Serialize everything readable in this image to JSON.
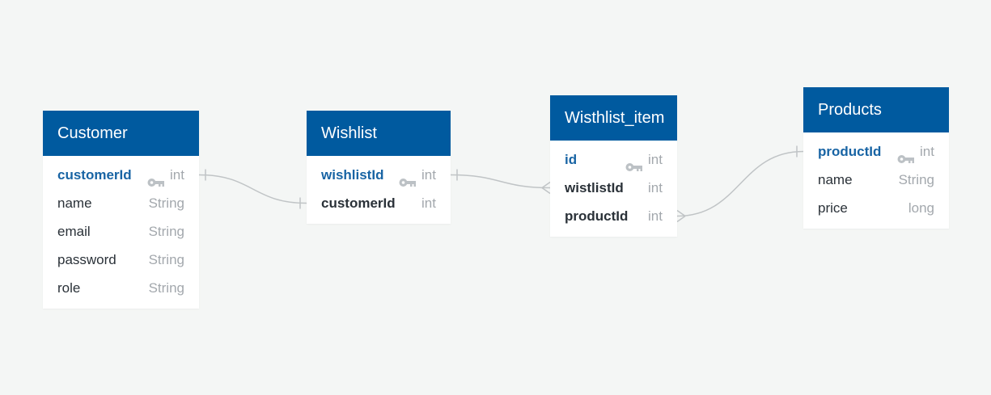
{
  "colors": {
    "header_bg": "#005a9f",
    "background": "#f4f6f5",
    "primary_key_text": "#1864a4",
    "type_text": "#a3a8ad",
    "connector": "#c0c4c6"
  },
  "tables": [
    {
      "id": "customer",
      "title": "Customer",
      "fields": [
        {
          "name": "customerId",
          "type": "int",
          "primary_key": true,
          "bold": true,
          "key_icon": "key-icon"
        },
        {
          "name": "name",
          "type": "String",
          "primary_key": false,
          "bold": false
        },
        {
          "name": "email",
          "type": "String",
          "primary_key": false,
          "bold": false
        },
        {
          "name": "password",
          "type": "String",
          "primary_key": false,
          "bold": false
        },
        {
          "name": "role",
          "type": "String",
          "primary_key": false,
          "bold": false
        }
      ]
    },
    {
      "id": "wishlist",
      "title": "Wishlist",
      "fields": [
        {
          "name": "wishlistId",
          "type": "int",
          "primary_key": true,
          "bold": true,
          "key_icon": "key-icon"
        },
        {
          "name": "customerId",
          "type": "int",
          "primary_key": false,
          "bold": true
        }
      ]
    },
    {
      "id": "wishlist-item",
      "title": "Wisthlist_item",
      "fields": [
        {
          "name": "id",
          "type": "int",
          "primary_key": true,
          "bold": true,
          "key_icon": "key-icon"
        },
        {
          "name": "wistlistId",
          "type": "int",
          "primary_key": false,
          "bold": true
        },
        {
          "name": "productId",
          "type": "int",
          "primary_key": false,
          "bold": true
        }
      ]
    },
    {
      "id": "products",
      "title": "Products",
      "fields": [
        {
          "name": "productId",
          "type": "int",
          "primary_key": true,
          "bold": true,
          "key_icon": "key-icon"
        },
        {
          "name": "name",
          "type": "String",
          "primary_key": false,
          "bold": false
        },
        {
          "name": "price",
          "type": "long",
          "primary_key": false,
          "bold": false
        }
      ]
    }
  ],
  "relationships": [
    {
      "from_table": "customer",
      "from_field": "customerId",
      "from_cardinality": "one",
      "to_table": "wishlist",
      "to_field": "customerId",
      "to_cardinality": "one"
    },
    {
      "from_table": "wishlist",
      "from_field": "wishlistId",
      "from_cardinality": "one",
      "to_table": "wishlist-item",
      "to_field": "wistlistId",
      "to_cardinality": "many"
    },
    {
      "from_table": "wishlist-item",
      "from_field": "productId",
      "from_cardinality": "many",
      "to_table": "products",
      "to_field": "productId",
      "to_cardinality": "one"
    }
  ]
}
